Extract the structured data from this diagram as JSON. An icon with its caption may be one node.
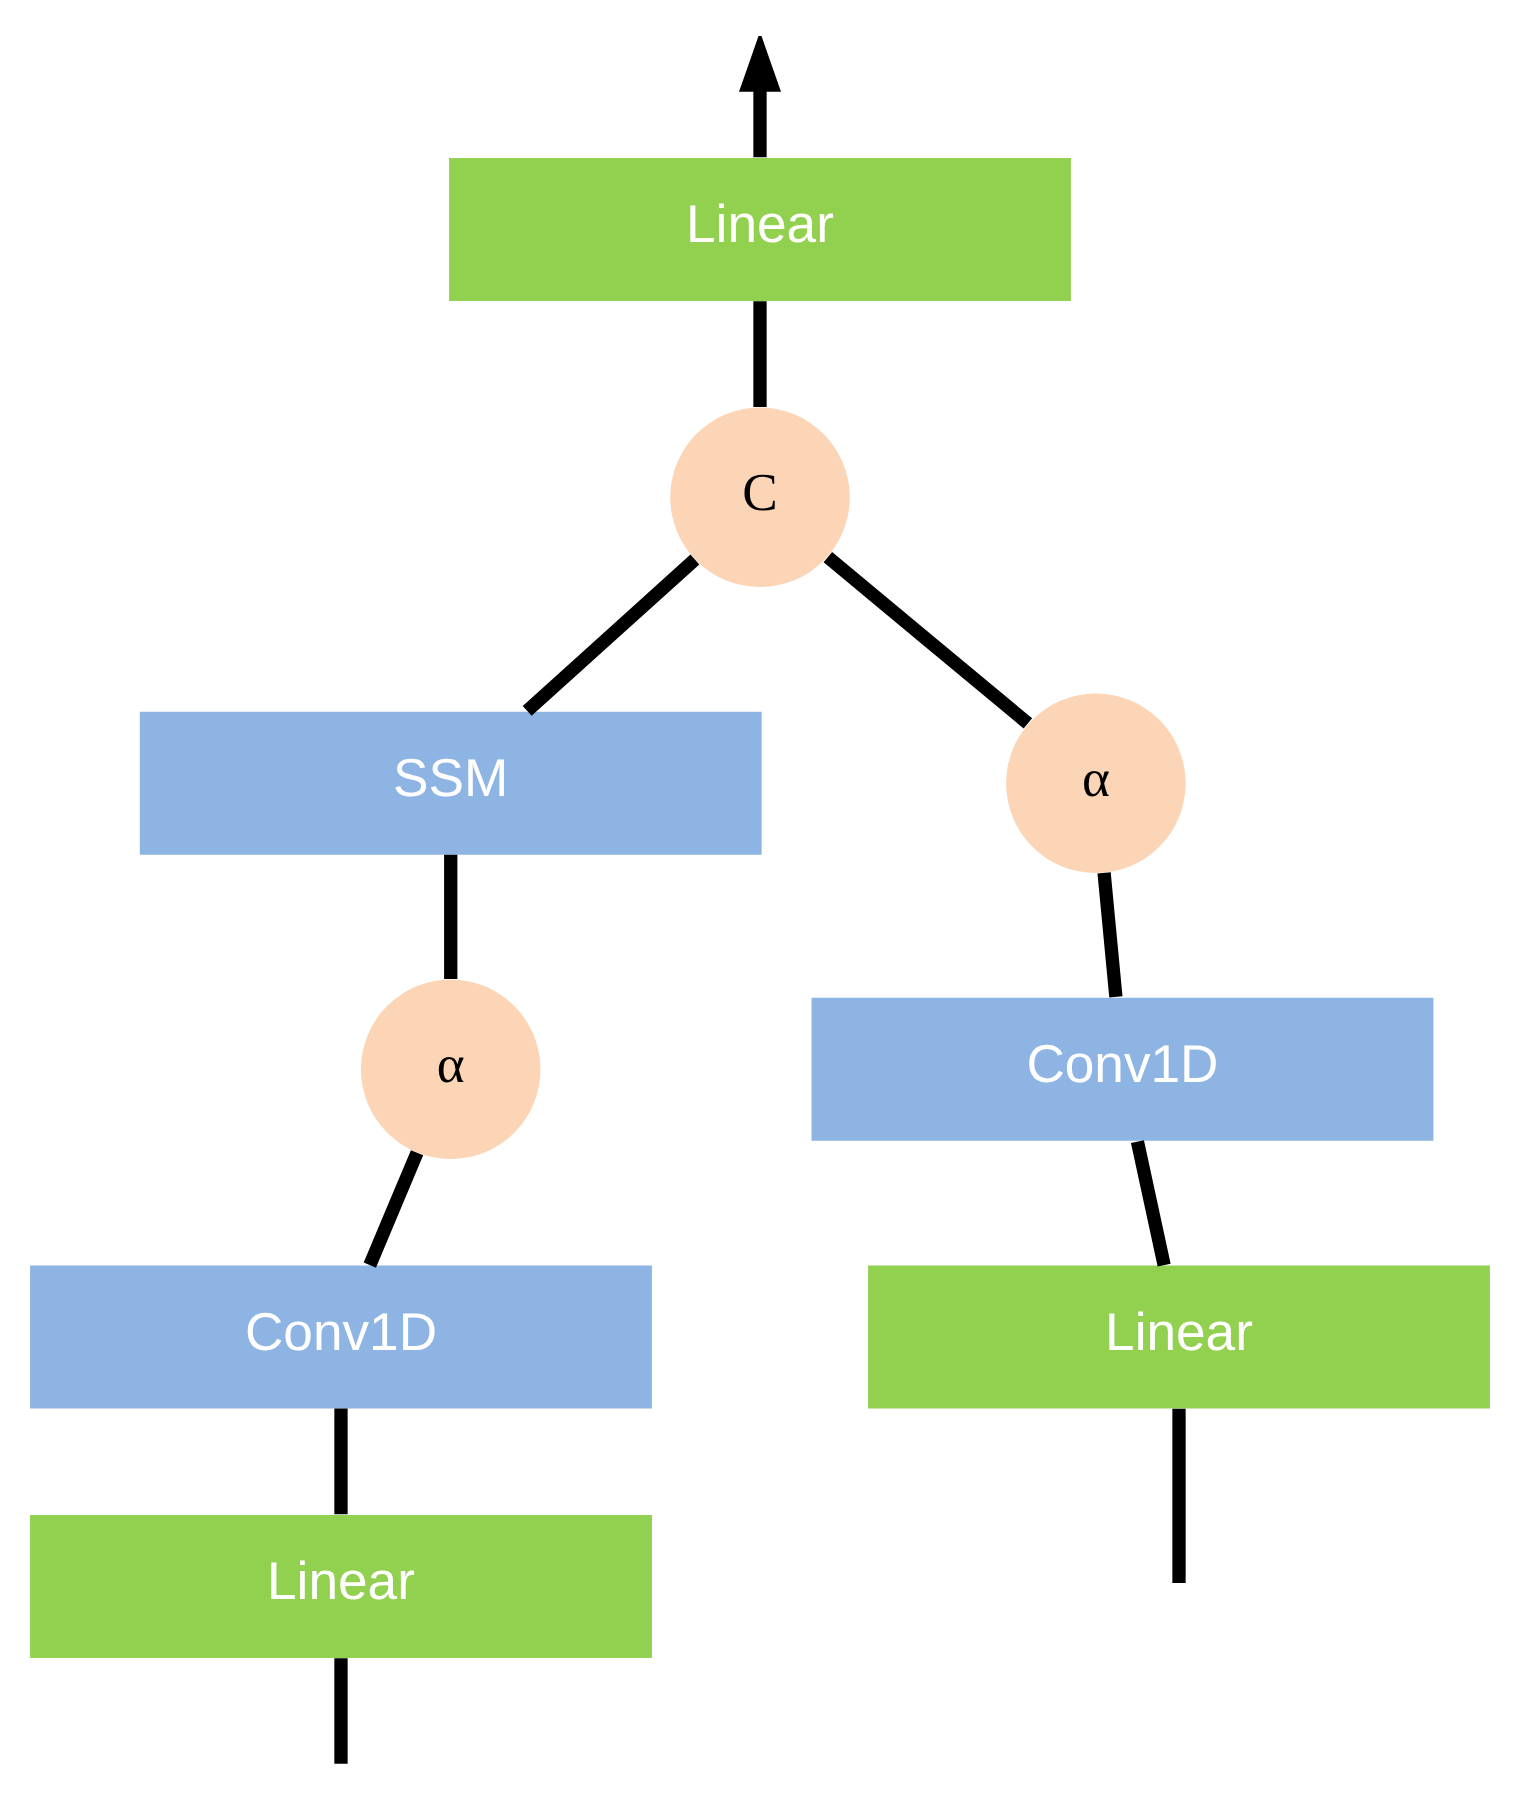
{
  "diagram": {
    "nodes": [
      {
        "text": [
          "Linear"
        ]
      },
      {
        "text": [
          "C"
        ]
      },
      {
        "text": [
          "SSM"
        ]
      },
      {
        "text": [
          "α"
        ]
      },
      {
        "text": [
          "Conv1D"
        ]
      },
      {
        "text": [
          "Linear"
        ]
      },
      {
        "text": [
          "α"
        ]
      },
      {
        "text": [
          "Conv1D"
        ]
      },
      {
        "text": [
          "Linear"
        ]
      }
    ],
    "edges": [
      {
        "from": null,
        "to": 5,
        "arrow": "none"
      },
      {
        "from": null,
        "to": 8,
        "arrow": "none"
      },
      {
        "from": 5,
        "to": 4,
        "arrow": "none"
      },
      {
        "from": 4,
        "to": 3,
        "arrow": "none"
      },
      {
        "from": 3,
        "to": 2,
        "arrow": "none"
      },
      {
        "from": 2,
        "to": 1,
        "arrow": "none"
      },
      {
        "from": 8,
        "to": 7,
        "arrow": "none"
      },
      {
        "from": 7,
        "to": 6,
        "arrow": "none"
      },
      {
        "from": 6,
        "to": 1,
        "arrow": "none"
      },
      {
        "from": 1,
        "to": 0,
        "arrow": "none"
      },
      {
        "from": 0,
        "to": null,
        "arrow": "to"
      }
    ]
  }
}
